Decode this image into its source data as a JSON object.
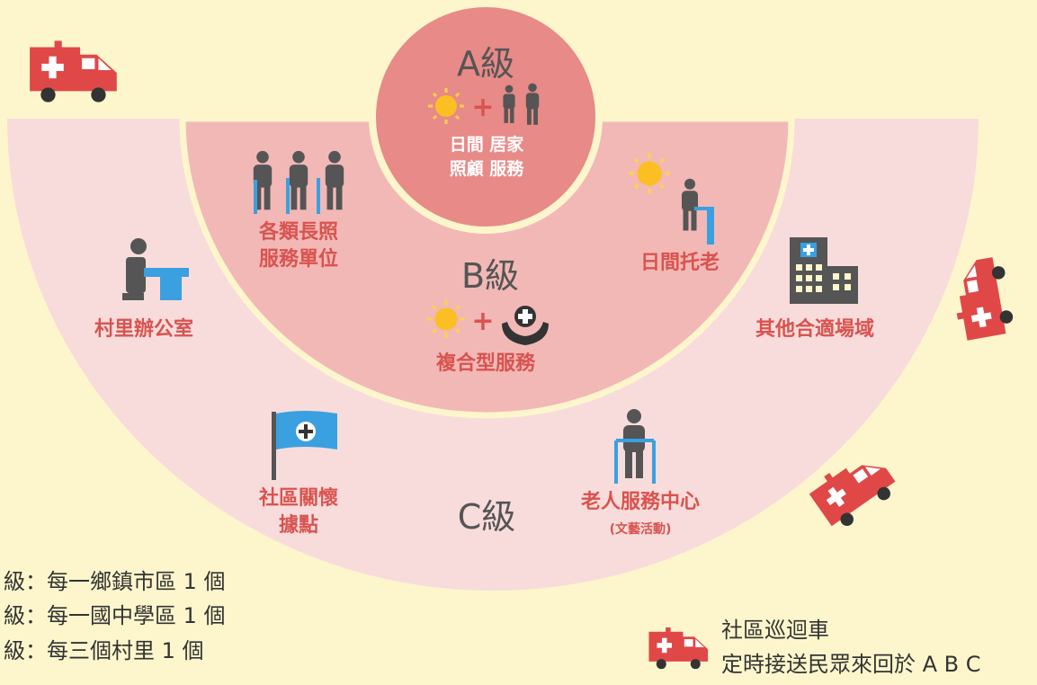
{
  "levels": {
    "a": {
      "title": "A級",
      "service": [
        "日間 居家",
        "照顧 服務"
      ]
    },
    "b": {
      "title": "B級",
      "left": [
        "各類長照",
        "服務單位"
      ],
      "right": "日間托老",
      "center": "複合型服務"
    },
    "c": {
      "title": "C級",
      "office": "村里辦公室",
      "other": "其他合適場域",
      "care": [
        "社區關懷",
        "據點"
      ],
      "elder": "老人服務中心",
      "elder_sub": "(文藝活動)"
    }
  },
  "legend": [
    "級：每一鄉鎮市區 1 個",
    "級：每一國中學區 1 個",
    "級：每三個村里 1 個"
  ],
  "bus": {
    "title": "社區巡迴車",
    "desc": "定時接送民眾來回於 A B C"
  },
  "icons": [
    "ambulance-icon",
    "sun-icon",
    "elderly-care-icon",
    "people-icon",
    "walker-elder-icon",
    "office-desk-icon",
    "hospital-icon",
    "flag-cross-icon",
    "hands-cross-icon"
  ],
  "colors": {
    "background": "#fdf6cc",
    "outer_ring": "#f8dcdc",
    "middle_ring": "#f2b8b6",
    "inner": "#e88a87",
    "accent": "#d9534f",
    "sun": "#fbbf24",
    "icon_blue": "#3aa0e0"
  }
}
